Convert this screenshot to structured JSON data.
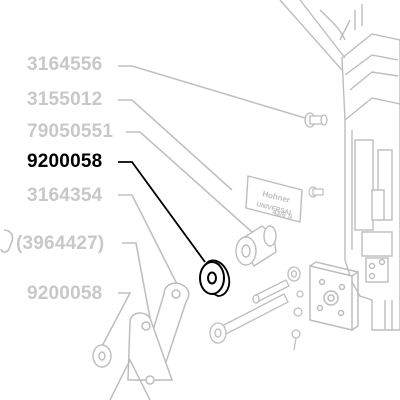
{
  "diagram": {
    "callouts": [
      {
        "text": "3164556",
        "highlighted": false
      },
      {
        "text": "3155012",
        "highlighted": false
      },
      {
        "text": "79050551",
        "highlighted": false
      },
      {
        "text": "9200058",
        "highlighted": true
      },
      {
        "text": "3164354",
        "highlighted": false
      },
      {
        "text": "(3964427)",
        "highlighted": false
      },
      {
        "text": "9200058",
        "highlighted": false
      }
    ],
    "nameplate": {
      "line1": "Hohner",
      "line2": "UNIVERSAL",
      "line3": "43/6 S"
    },
    "colors": {
      "highlight": "#000000",
      "dimmed": "#c8c8c8",
      "part_lines": "#bdbdbd"
    }
  }
}
